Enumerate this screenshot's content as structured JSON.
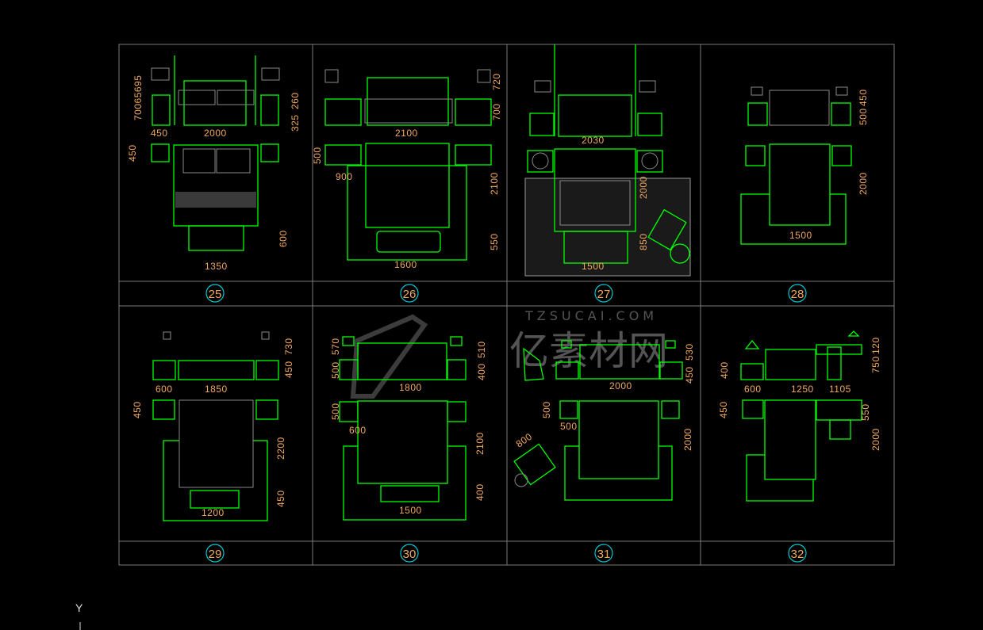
{
  "drawing": {
    "panel_numbers": [
      "25",
      "26",
      "27",
      "28",
      "29",
      "30",
      "31",
      "32"
    ],
    "panels": {
      "p25": [
        "70065695",
        "450",
        "2000",
        "325",
        "260",
        "450",
        "600",
        "1350"
      ],
      "p26": [
        "720",
        "700",
        "2100",
        "500",
        "900",
        "2100",
        "550",
        "1600"
      ],
      "p27": [
        "2030",
        "2000",
        "850",
        "1500"
      ],
      "p28": [
        "450",
        "500",
        "2000",
        "1500"
      ],
      "p29": [
        "730",
        "450",
        "600",
        "1850",
        "450",
        "2200",
        "450",
        "1200"
      ],
      "p30": [
        "570",
        "500",
        "510",
        "400",
        "1800",
        "500",
        "600",
        "2100",
        "400",
        "1500"
      ],
      "p31": [
        "530",
        "450",
        "2000",
        "500",
        "500",
        "800",
        "2000"
      ],
      "p32": [
        "120",
        "750",
        "400",
        "600",
        "1250",
        "1105",
        "450",
        "550",
        "2000"
      ]
    },
    "watermark": {
      "cn": "亿素材网",
      "en": "TZSUCAI.COM"
    },
    "ucs_axis_label": "Y"
  },
  "colors": {
    "furniture": "#00ff00",
    "detail": "#8a8a8a",
    "dimension": "#f0a860",
    "label_circle": "#00c8d0"
  }
}
